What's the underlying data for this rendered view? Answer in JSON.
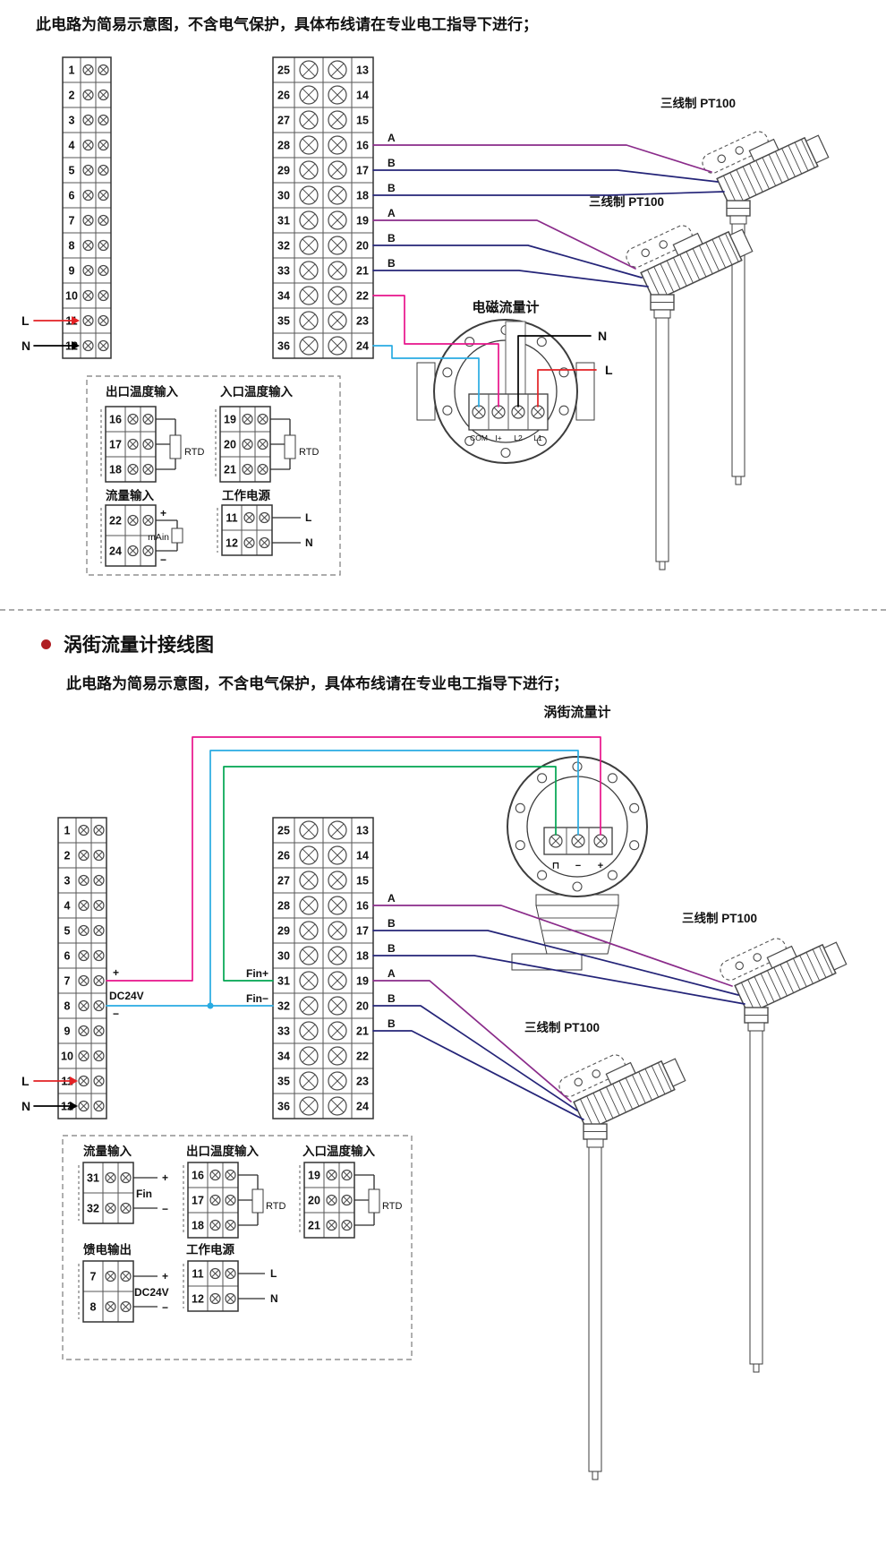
{
  "colors": {
    "wire_a": "#8a2b8a",
    "wire_b": "#242478",
    "wire_pink": "#e8138b",
    "wire_cyan": "#29abe2",
    "wire_green": "#00a551",
    "wire_red": "#e32124",
    "wire_black": "#000000",
    "bullet_red": "#b01e23"
  },
  "terminals": {
    "left": [
      "1",
      "2",
      "3",
      "4",
      "5",
      "6",
      "7",
      "8",
      "9",
      "10",
      "11",
      "12"
    ],
    "mid": [
      "25",
      "26",
      "27",
      "28",
      "29",
      "30",
      "31",
      "32",
      "33",
      "34",
      "35",
      "36"
    ],
    "right": [
      "13",
      "14",
      "15",
      "16",
      "17",
      "18",
      "19",
      "20",
      "21",
      "22",
      "23",
      "24"
    ]
  },
  "section1": {
    "warning": "此电路为简易示意图，不含电气保护，具体布线请在专业电工指导下进行；",
    "wire_labels": [
      "A",
      "B",
      "B",
      "A",
      "B",
      "B"
    ],
    "mains": {
      "l": "L",
      "n": "N"
    },
    "pt100_top": "三线制 PT100",
    "pt100_bottom": "三线制 PT100",
    "flowmeter": {
      "title": "电磁流量计",
      "terminals": [
        "COM",
        "I+",
        "L2",
        "L1"
      ],
      "n": "N",
      "l": "L"
    },
    "legend": {
      "outlet": {
        "title": "出口温度输入",
        "terminals": [
          "16",
          "17",
          "18"
        ],
        "rtd": "RTD"
      },
      "inlet": {
        "title": "入口温度输入",
        "terminals": [
          "19",
          "20",
          "21"
        ],
        "rtd": "RTD"
      },
      "flow": {
        "title": "流量输入",
        "terminals": [
          "22",
          "24"
        ],
        "plus": "+",
        "minus": "−",
        "device": "mAin"
      },
      "power": {
        "title": "工作电源",
        "terminals": [
          "11",
          "12"
        ],
        "l": "L",
        "n": "N"
      }
    }
  },
  "section2": {
    "title": "涡街流量计接线图",
    "warning": "此电路为简易示意图，不含电气保护，具体布线请在专业电工指导下进行；",
    "wire_labels": [
      "A",
      "B",
      "B",
      "A",
      "B",
      "B"
    ],
    "mains": {
      "l": "L",
      "n": "N"
    },
    "dc24v": {
      "plus": "+",
      "label": "DC24V",
      "minus": "−"
    },
    "fin": {
      "plus": "Fin+",
      "minus": "Fin−"
    },
    "pt100_top": "三线制 PT100",
    "pt100_bottom": "三线制 PT100",
    "flowmeter": {
      "title": "涡街流量计",
      "terminals": [
        "⊓",
        "−",
        "+"
      ]
    },
    "legend": {
      "flow": {
        "title": "流量输入",
        "terminals": [
          "31",
          "32"
        ],
        "plus": "+",
        "label": "Fin",
        "minus": "−"
      },
      "outlet": {
        "title": "出口温度输入",
        "terminals": [
          "16",
          "17",
          "18"
        ],
        "rtd": "RTD"
      },
      "inlet": {
        "title": "入口温度输入",
        "terminals": [
          "19",
          "20",
          "21"
        ],
        "rtd": "RTD"
      },
      "feed": {
        "title": "馈电输出",
        "terminals": [
          "7",
          "8"
        ],
        "plus": "+",
        "label": "DC24V",
        "minus": "−"
      },
      "power": {
        "title": "工作电源",
        "terminals": [
          "11",
          "12"
        ],
        "l": "L",
        "n": "N"
      }
    }
  }
}
